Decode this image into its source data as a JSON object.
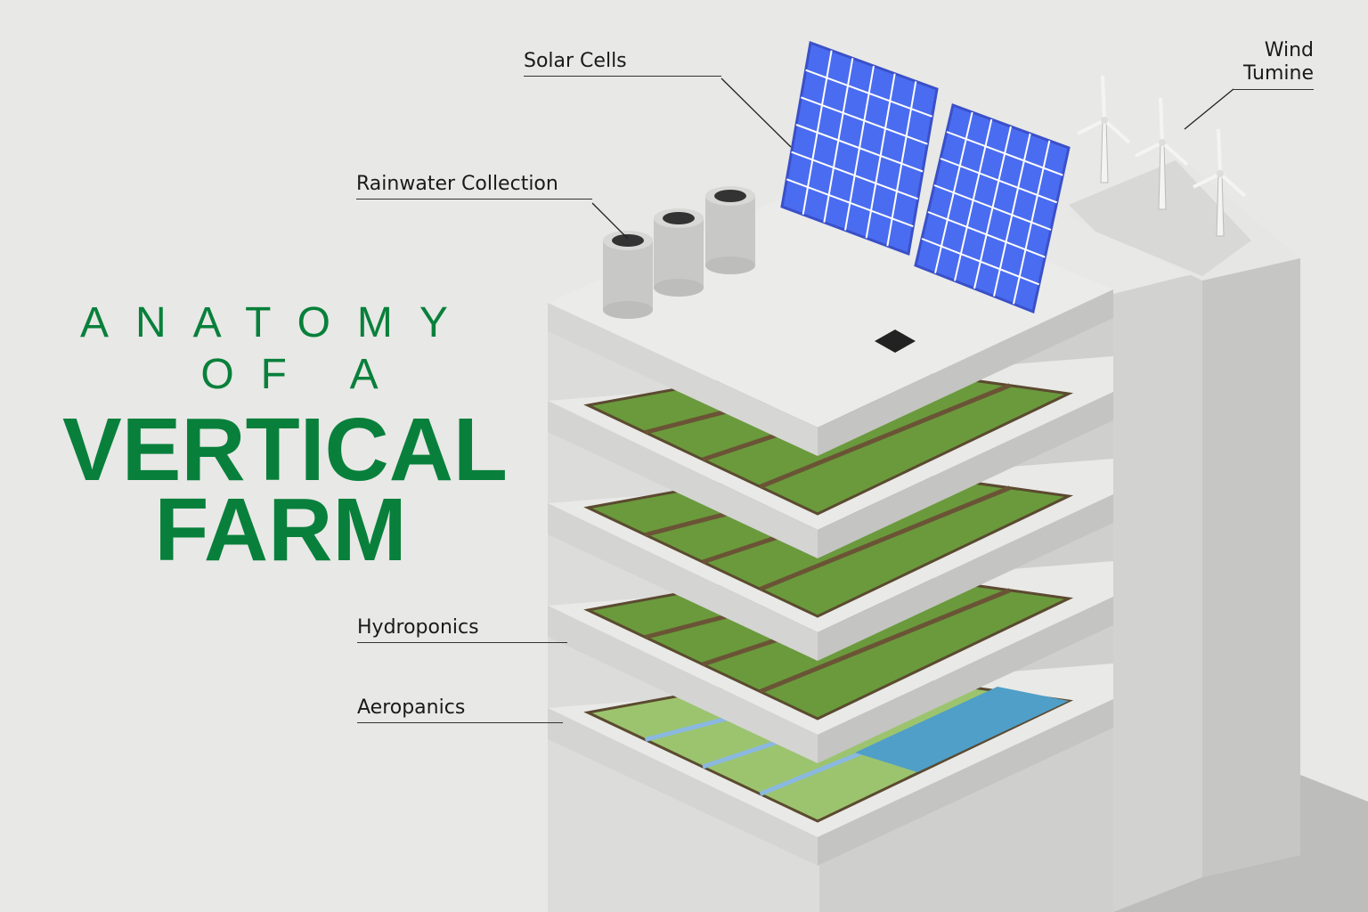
{
  "title": {
    "line1": "ANATOMY",
    "line2": "OF A",
    "line3": "VERTICAL",
    "line4": "FARM"
  },
  "labels": {
    "solar": "Solar Cells",
    "rain": "Rainwater Collection",
    "wind_line1": "Wind",
    "wind_line2": "Tumine",
    "hydro": "Hydroponics",
    "aero": "Aeropanics"
  },
  "colors": {
    "title": "#08803b",
    "panel": "#4a6cf0",
    "crop": "#6a9a3c",
    "water": "#4f9fc8",
    "concrete": "#e2e2e0"
  }
}
